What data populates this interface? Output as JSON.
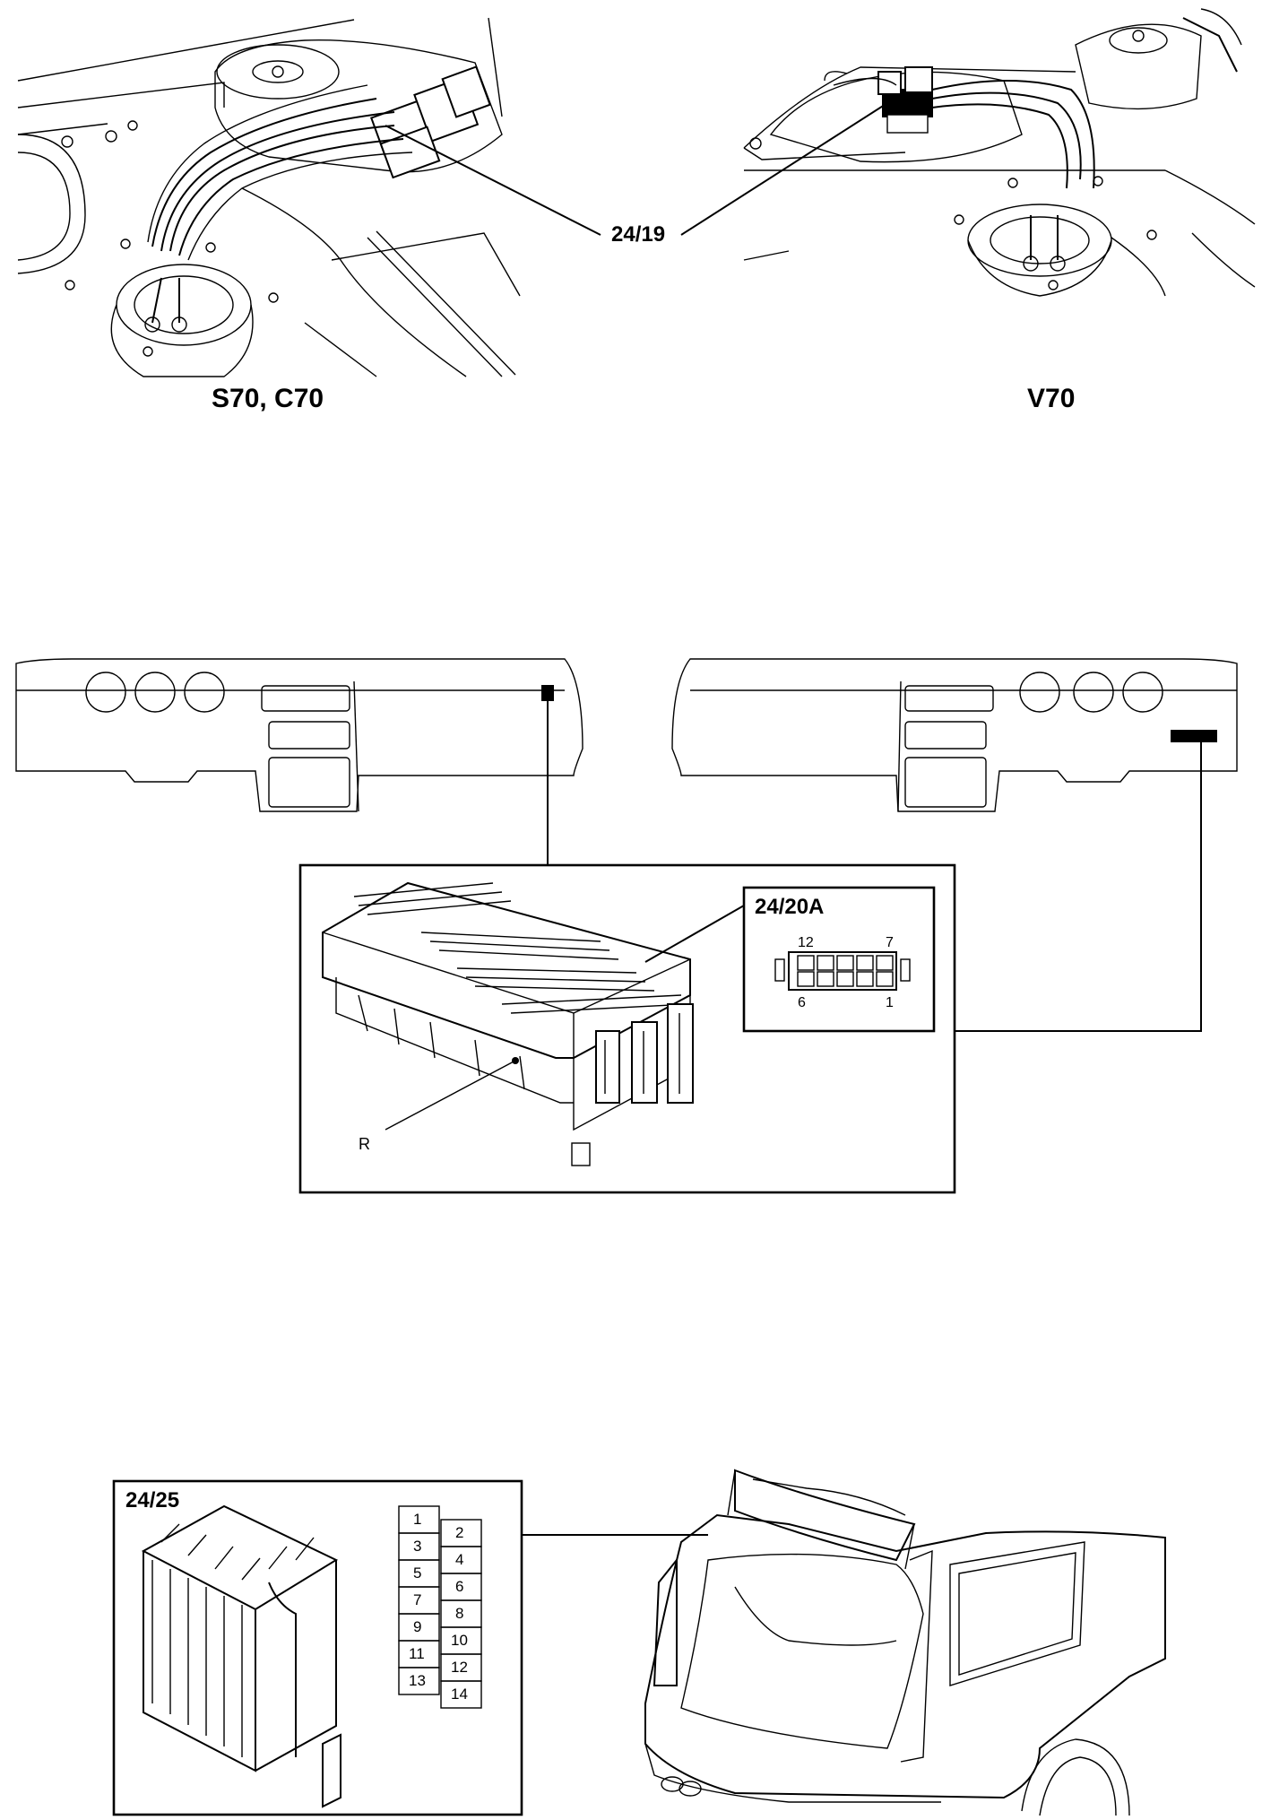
{
  "top_section": {
    "callout": "24/19",
    "left_caption": "S70, C70",
    "right_caption": "V70"
  },
  "middle_section": {
    "connector_label": "24/20A",
    "pin_top_left": "12",
    "pin_top_right": "7",
    "pin_bottom_left": "6",
    "pin_bottom_right": "1",
    "part_label": "R"
  },
  "bottom_section": {
    "connector_label": "24/25",
    "pins_left": [
      "1",
      "3",
      "5",
      "7",
      "9",
      "11",
      "13"
    ],
    "pins_right": [
      "2",
      "4",
      "6",
      "8",
      "10",
      "12",
      "14"
    ]
  }
}
